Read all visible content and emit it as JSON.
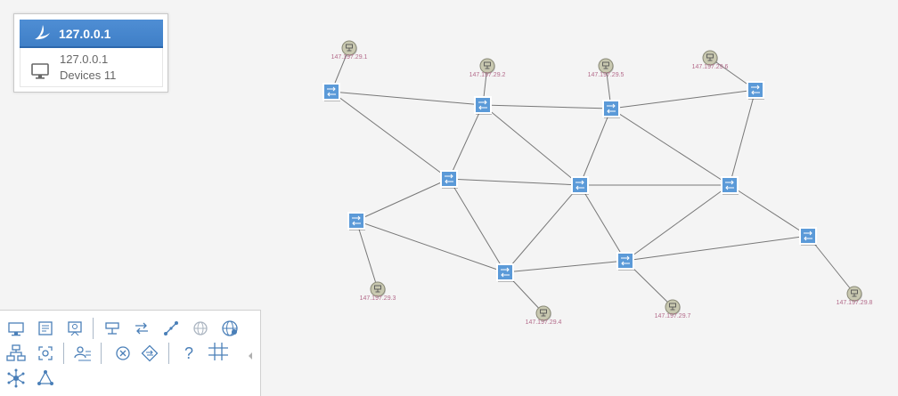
{
  "info_card": {
    "title": "127.0.0.1",
    "ip": "127.0.0.1",
    "devices": "Devices 11"
  },
  "colors": {
    "switch": "#5b9ad8",
    "host": "#c8c8b0",
    "label": "#b36a8a",
    "edge": "#777777",
    "header": "#4f8ed4"
  },
  "switches": [
    {
      "id": "s1"
    },
    {
      "id": "s2"
    },
    {
      "id": "s3"
    },
    {
      "id": "s4"
    },
    {
      "id": "s5"
    },
    {
      "id": "s6"
    },
    {
      "id": "s7"
    },
    {
      "id": "s8"
    },
    {
      "id": "s9"
    },
    {
      "id": "s10"
    },
    {
      "id": "s11"
    }
  ],
  "hosts": [
    {
      "id": "h1",
      "label": "147.197.29.1"
    },
    {
      "id": "h2",
      "label": "147.197.29.2"
    },
    {
      "id": "h5",
      "label": "147.197.29.5"
    },
    {
      "id": "h6",
      "label": "147.197.29.6"
    },
    {
      "id": "h3",
      "label": "147.197.29.3"
    },
    {
      "id": "h4",
      "label": "147.197.29.4"
    },
    {
      "id": "h7",
      "label": "147.197.29.7"
    },
    {
      "id": "h8",
      "label": "147.197.29.8"
    }
  ],
  "links": [
    [
      "s1",
      "s2"
    ],
    [
      "s2",
      "s3"
    ],
    [
      "s3",
      "s4"
    ],
    [
      "s1",
      "s5"
    ],
    [
      "s2",
      "s5"
    ],
    [
      "s2",
      "s6"
    ],
    [
      "s3",
      "s6"
    ],
    [
      "s3",
      "s7"
    ],
    [
      "s4",
      "s7"
    ],
    [
      "s5",
      "s6"
    ],
    [
      "s6",
      "s7"
    ],
    [
      "s5",
      "s8"
    ],
    [
      "s5",
      "s9"
    ],
    [
      "s8",
      "s9"
    ],
    [
      "s6",
      "s9"
    ],
    [
      "s6",
      "s10"
    ],
    [
      "s9",
      "s10"
    ],
    [
      "s7",
      "s10"
    ],
    [
      "s7",
      "s11"
    ],
    [
      "s10",
      "s11"
    ],
    [
      "h1",
      "s1"
    ],
    [
      "h2",
      "s2"
    ],
    [
      "h5",
      "s3"
    ],
    [
      "h6",
      "s4"
    ],
    [
      "h3",
      "s8"
    ],
    [
      "h4",
      "s9"
    ],
    [
      "h7",
      "s10"
    ],
    [
      "h8",
      "s11"
    ]
  ],
  "toolbar": {
    "row1": [
      "monitor-icon",
      "document-icon",
      "presentation-icon",
      "network-device-icon",
      "switch-icon",
      "link-icon",
      "globe-icon",
      "internet-icon"
    ],
    "row2": [
      "hierarchy-layout-icon",
      "focus-icon",
      "users-icon",
      "close-circle-icon",
      "swap-icon",
      "help-icon",
      "grid-icon"
    ],
    "row3": [
      "star-topology-icon",
      "triangle-topology-icon"
    ],
    "help_label": "?"
  }
}
